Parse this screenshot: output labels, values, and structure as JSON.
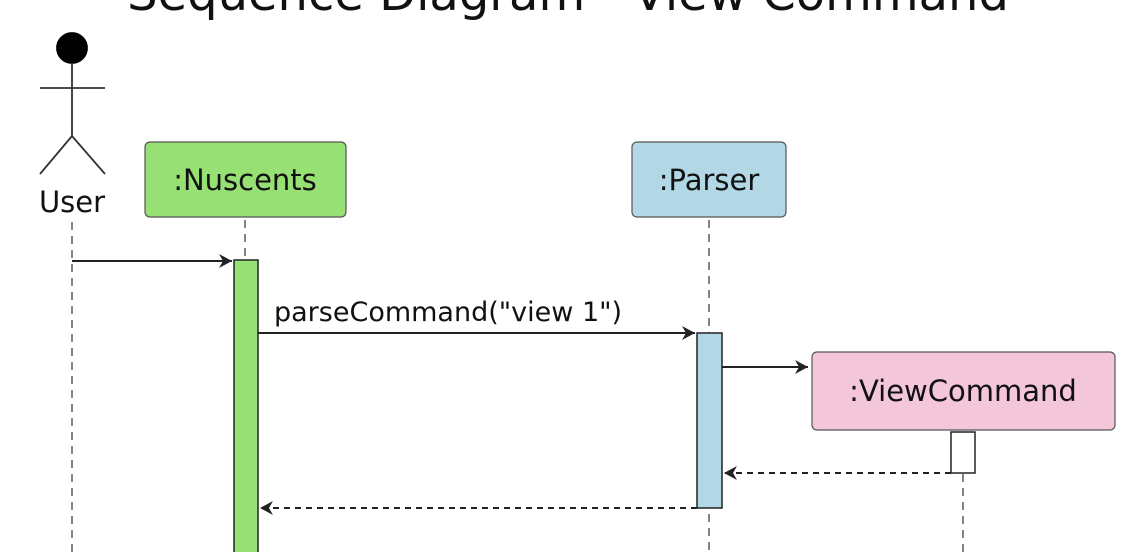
{
  "title": "Sequence Diagram - View Command",
  "actor": {
    "name": "User"
  },
  "participants": [
    {
      "id": "nuscents",
      "label": ":Nuscents",
      "color": "#97e073"
    },
    {
      "id": "parser",
      "label": ":Parser",
      "color": "#b2d8e6"
    },
    {
      "id": "viewcommand",
      "label": ":ViewCommand",
      "color": "#f4c6da"
    }
  ],
  "messages": [
    {
      "from": "User",
      "to": ":Nuscents",
      "label": "",
      "type": "sync"
    },
    {
      "from": ":Nuscents",
      "to": ":Parser",
      "label": "parseCommand(\"view 1\")",
      "type": "sync"
    },
    {
      "from": ":Parser",
      "to": ":ViewCommand",
      "label": "",
      "type": "create"
    },
    {
      "from": ":ViewCommand",
      "to": ":Parser",
      "label": "",
      "type": "return"
    },
    {
      "from": ":Parser",
      "to": ":Nuscents",
      "label": "",
      "type": "return"
    }
  ],
  "colors": {
    "line": "#222222",
    "box_border": "#555555"
  }
}
